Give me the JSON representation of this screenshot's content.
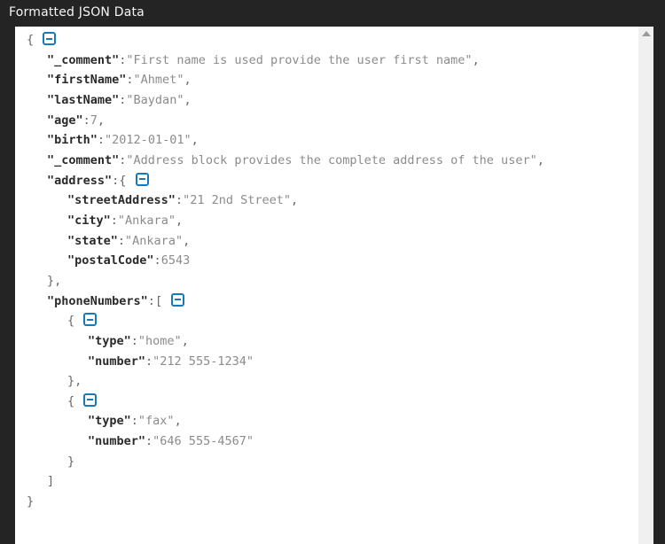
{
  "title": "Formatted JSON Data",
  "colors": {
    "background": "#242424",
    "panel": "#ffffff",
    "title_text": "#f5f5f5",
    "key_text": "#2a2a2a",
    "punctuation_text": "#666666",
    "value_text": "#8b8b8b",
    "collapse_accent": "#1779ba",
    "scrollbar_track": "#f0f0f0",
    "scrollbar_arrow": "#9a9a9a"
  },
  "icons": {
    "collapse": "minus-in-square",
    "scroll_up": "up-triangle"
  },
  "json_lines": [
    {
      "indent": 0,
      "tokens": [
        {
          "t": "p",
          "v": "{ "
        },
        {
          "t": "toggle"
        }
      ]
    },
    {
      "indent": 1,
      "tokens": [
        {
          "t": "k",
          "v": "\"_comment\""
        },
        {
          "t": "p",
          "v": ":"
        },
        {
          "t": "s",
          "v": "\"First name is used provide the user first name\""
        },
        {
          "t": "p",
          "v": ","
        }
      ]
    },
    {
      "indent": 1,
      "tokens": [
        {
          "t": "k",
          "v": "\"firstName\""
        },
        {
          "t": "p",
          "v": ":"
        },
        {
          "t": "s",
          "v": "\"Ahmet\""
        },
        {
          "t": "p",
          "v": ","
        }
      ]
    },
    {
      "indent": 1,
      "tokens": [
        {
          "t": "k",
          "v": "\"lastName\""
        },
        {
          "t": "p",
          "v": ":"
        },
        {
          "t": "s",
          "v": "\"Baydan\""
        },
        {
          "t": "p",
          "v": ","
        }
      ]
    },
    {
      "indent": 1,
      "tokens": [
        {
          "t": "k",
          "v": "\"age\""
        },
        {
          "t": "p",
          "v": ":"
        },
        {
          "t": "n",
          "v": "7"
        },
        {
          "t": "p",
          "v": ","
        }
      ]
    },
    {
      "indent": 1,
      "tokens": [
        {
          "t": "k",
          "v": "\"birth\""
        },
        {
          "t": "p",
          "v": ":"
        },
        {
          "t": "s",
          "v": "\"2012-01-01\""
        },
        {
          "t": "p",
          "v": ","
        }
      ]
    },
    {
      "indent": 1,
      "tokens": [
        {
          "t": "k",
          "v": "\"_comment\""
        },
        {
          "t": "p",
          "v": ":"
        },
        {
          "t": "s",
          "v": "\"Address block provides the complete address of the user\""
        },
        {
          "t": "p",
          "v": ","
        }
      ]
    },
    {
      "indent": 1,
      "tokens": [
        {
          "t": "k",
          "v": "\"address\""
        },
        {
          "t": "p",
          "v": ":"
        },
        {
          "t": "p",
          "v": "{ "
        },
        {
          "t": "toggle"
        }
      ]
    },
    {
      "indent": 2,
      "tokens": [
        {
          "t": "k",
          "v": "\"streetAddress\""
        },
        {
          "t": "p",
          "v": ":"
        },
        {
          "t": "s",
          "v": "\"21 2nd Street\""
        },
        {
          "t": "p",
          "v": ","
        }
      ]
    },
    {
      "indent": 2,
      "tokens": [
        {
          "t": "k",
          "v": "\"city\""
        },
        {
          "t": "p",
          "v": ":"
        },
        {
          "t": "s",
          "v": "\"Ankara\""
        },
        {
          "t": "p",
          "v": ","
        }
      ]
    },
    {
      "indent": 2,
      "tokens": [
        {
          "t": "k",
          "v": "\"state\""
        },
        {
          "t": "p",
          "v": ":"
        },
        {
          "t": "s",
          "v": "\"Ankara\""
        },
        {
          "t": "p",
          "v": ","
        }
      ]
    },
    {
      "indent": 2,
      "tokens": [
        {
          "t": "k",
          "v": "\"postalCode\""
        },
        {
          "t": "p",
          "v": ":"
        },
        {
          "t": "n",
          "v": "6543"
        }
      ]
    },
    {
      "indent": 1,
      "tokens": [
        {
          "t": "p",
          "v": "},"
        }
      ]
    },
    {
      "indent": 1,
      "tokens": [
        {
          "t": "k",
          "v": "\"phoneNumbers\""
        },
        {
          "t": "p",
          "v": ":"
        },
        {
          "t": "p",
          "v": "[ "
        },
        {
          "t": "toggle"
        }
      ]
    },
    {
      "indent": 2,
      "tokens": [
        {
          "t": "p",
          "v": "{ "
        },
        {
          "t": "toggle"
        }
      ]
    },
    {
      "indent": 3,
      "tokens": [
        {
          "t": "k",
          "v": "\"type\""
        },
        {
          "t": "p",
          "v": ":"
        },
        {
          "t": "s",
          "v": "\"home\""
        },
        {
          "t": "p",
          "v": ","
        }
      ]
    },
    {
      "indent": 3,
      "tokens": [
        {
          "t": "k",
          "v": "\"number\""
        },
        {
          "t": "p",
          "v": ":"
        },
        {
          "t": "s",
          "v": "\"212 555-1234\""
        }
      ]
    },
    {
      "indent": 2,
      "tokens": [
        {
          "t": "p",
          "v": "},"
        }
      ]
    },
    {
      "indent": 2,
      "tokens": [
        {
          "t": "p",
          "v": "{ "
        },
        {
          "t": "toggle"
        }
      ]
    },
    {
      "indent": 3,
      "tokens": [
        {
          "t": "k",
          "v": "\"type\""
        },
        {
          "t": "p",
          "v": ":"
        },
        {
          "t": "s",
          "v": "\"fax\""
        },
        {
          "t": "p",
          "v": ","
        }
      ]
    },
    {
      "indent": 3,
      "tokens": [
        {
          "t": "k",
          "v": "\"number\""
        },
        {
          "t": "p",
          "v": ":"
        },
        {
          "t": "s",
          "v": "\"646 555-4567\""
        }
      ]
    },
    {
      "indent": 2,
      "tokens": [
        {
          "t": "p",
          "v": "}"
        }
      ]
    },
    {
      "indent": 1,
      "tokens": [
        {
          "t": "p",
          "v": "]"
        }
      ]
    },
    {
      "indent": 0,
      "tokens": [
        {
          "t": "p",
          "v": "}"
        }
      ]
    }
  ]
}
